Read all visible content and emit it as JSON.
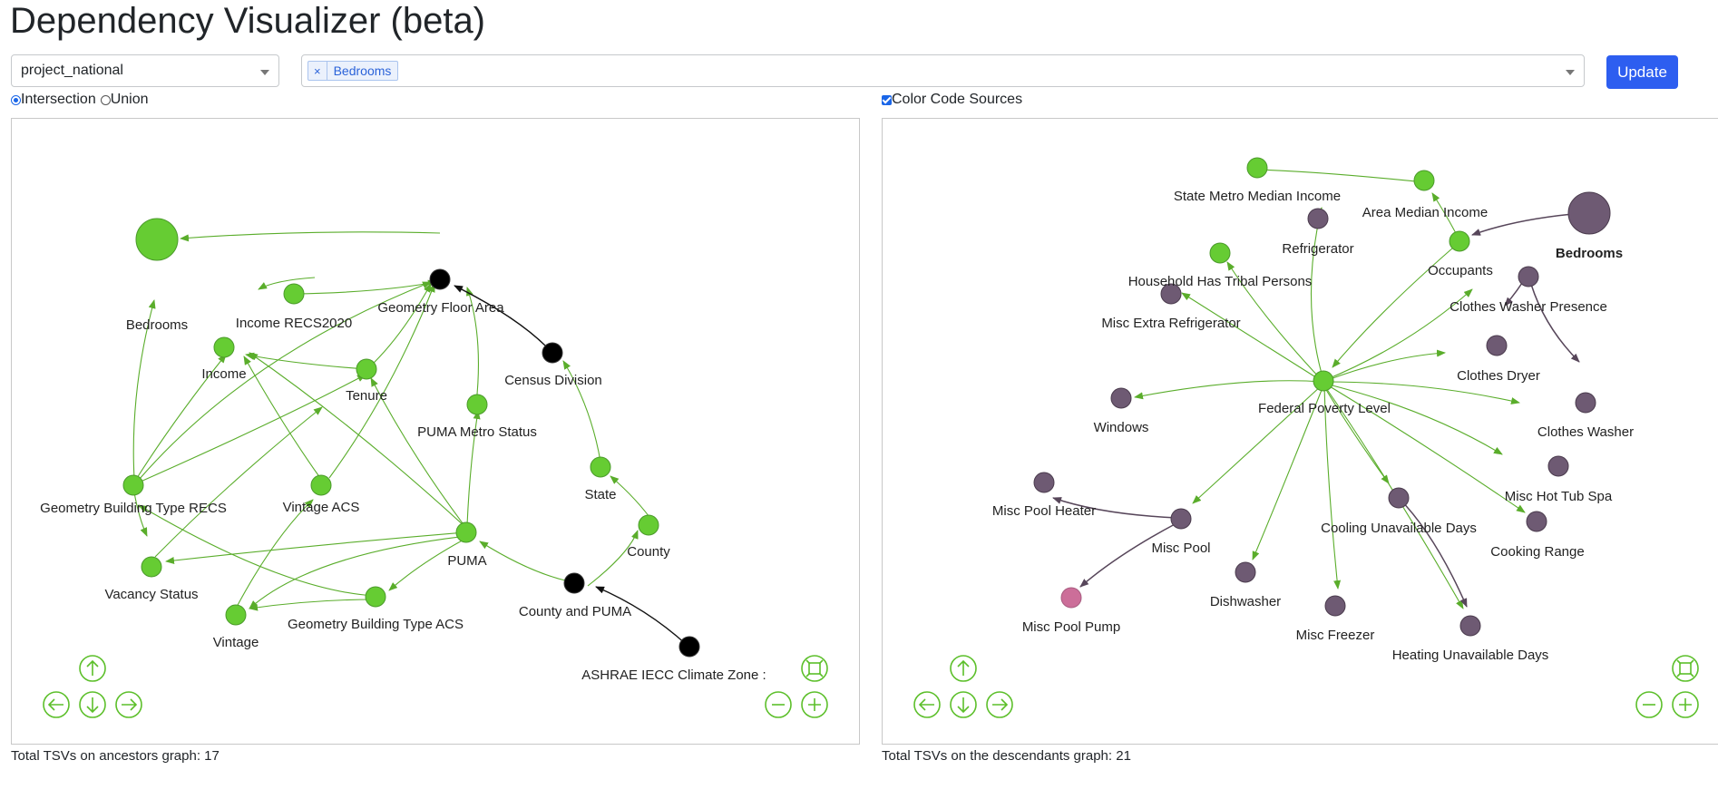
{
  "title": "Dependency Visualizer (beta)",
  "project_select": {
    "value": "project_national"
  },
  "tsv_select": {
    "tags": [
      {
        "label": "Bedrooms",
        "remove": "×"
      }
    ]
  },
  "update_button": "Update",
  "mode": {
    "intersection": "Intersection",
    "union": "Union",
    "selected": "intersection"
  },
  "color_code": {
    "label": "Color Code Sources",
    "checked": true
  },
  "colors": {
    "green": "#66cc33",
    "green_edge": "#4a9a2a",
    "black": "#000000",
    "purple": "#6e5a73",
    "purple_edge": "#57465a",
    "pink": "#cc6e99",
    "nav_green": "#5cbf2a",
    "update_blue": "#2d5ef0"
  },
  "ancestors": {
    "total": "Total TSVs on ancestors graph: 17",
    "nodes": {
      "bedrooms": {
        "label": "Bedrooms",
        "color": "green",
        "big": true
      },
      "income_recs2020": {
        "label": "Income RECS2020",
        "color": "green"
      },
      "geometry_floor_area": {
        "label": "Geometry Floor Area",
        "color": "black"
      },
      "census_division": {
        "label": "Census Division",
        "color": "black"
      },
      "income": {
        "label": "Income",
        "color": "green"
      },
      "tenure": {
        "label": "Tenure",
        "color": "green"
      },
      "puma_metro_status": {
        "label": "PUMA Metro Status",
        "color": "green"
      },
      "geometry_building_type_recs": {
        "label": "Geometry Building Type RECS",
        "color": "green"
      },
      "vintage_acs": {
        "label": "Vintage ACS",
        "color": "green"
      },
      "state": {
        "label": "State",
        "color": "green"
      },
      "puma": {
        "label": "PUMA",
        "color": "green"
      },
      "county": {
        "label": "County",
        "color": "green"
      },
      "vacancy_status": {
        "label": "Vacancy Status",
        "color": "green"
      },
      "geometry_building_type_acs": {
        "label": "Geometry Building Type ACS",
        "color": "green"
      },
      "county_and_puma": {
        "label": "County and PUMA",
        "color": "black"
      },
      "vintage": {
        "label": "Vintage",
        "color": "green"
      },
      "ashrae": {
        "label": "ASHRAE IECC Climate Zone :",
        "color": "black"
      }
    }
  },
  "descendants": {
    "total": "Total TSVs on the descendants graph: 21",
    "nodes": {
      "state_metro_median_income": {
        "label": "State Metro Median Income",
        "color": "green"
      },
      "area_median_income": {
        "label": "Area Median Income",
        "color": "green"
      },
      "bedrooms": {
        "label": "Bedrooms",
        "color": "purple",
        "big": true
      },
      "refrigerator": {
        "label": "Refrigerator",
        "color": "purple"
      },
      "occupants": {
        "label": "Occupants",
        "color": "green"
      },
      "household_has_tribal_persons": {
        "label": "Household Has Tribal Persons",
        "color": "green"
      },
      "misc_extra_refrigerator": {
        "label": "Misc Extra Refrigerator",
        "color": "purple"
      },
      "clothes_washer_presence": {
        "label": "Clothes Washer Presence",
        "color": "purple"
      },
      "clothes_dryer": {
        "label": "Clothes Dryer",
        "color": "purple"
      },
      "federal_poverty_level": {
        "label": "Federal Poverty Level",
        "color": "green"
      },
      "windows": {
        "label": "Windows",
        "color": "purple"
      },
      "clothes_washer": {
        "label": "Clothes Washer",
        "color": "purple"
      },
      "misc_hot_tub_spa": {
        "label": "Misc Hot Tub Spa",
        "color": "purple"
      },
      "misc_pool_heater": {
        "label": "Misc Pool Heater",
        "color": "purple"
      },
      "cooling_unavailable_days": {
        "label": "Cooling Unavailable Days",
        "color": "purple"
      },
      "cooking_range": {
        "label": "Cooking Range",
        "color": "purple"
      },
      "misc_pool": {
        "label": "Misc Pool",
        "color": "purple"
      },
      "dishwasher": {
        "label": "Dishwasher",
        "color": "purple"
      },
      "misc_pool_pump": {
        "label": "Misc Pool Pump",
        "color": "pink"
      },
      "misc_freezer": {
        "label": "Misc Freezer",
        "color": "purple"
      },
      "heating_unavailable_days": {
        "label": "Heating Unavailable Days",
        "color": "purple"
      }
    }
  },
  "nav_icons": [
    "arrow-up-icon",
    "arrow-left-icon",
    "arrow-down-icon",
    "arrow-right-icon",
    "zoom-extent-icon",
    "zoom-out-icon",
    "zoom-in-icon"
  ]
}
